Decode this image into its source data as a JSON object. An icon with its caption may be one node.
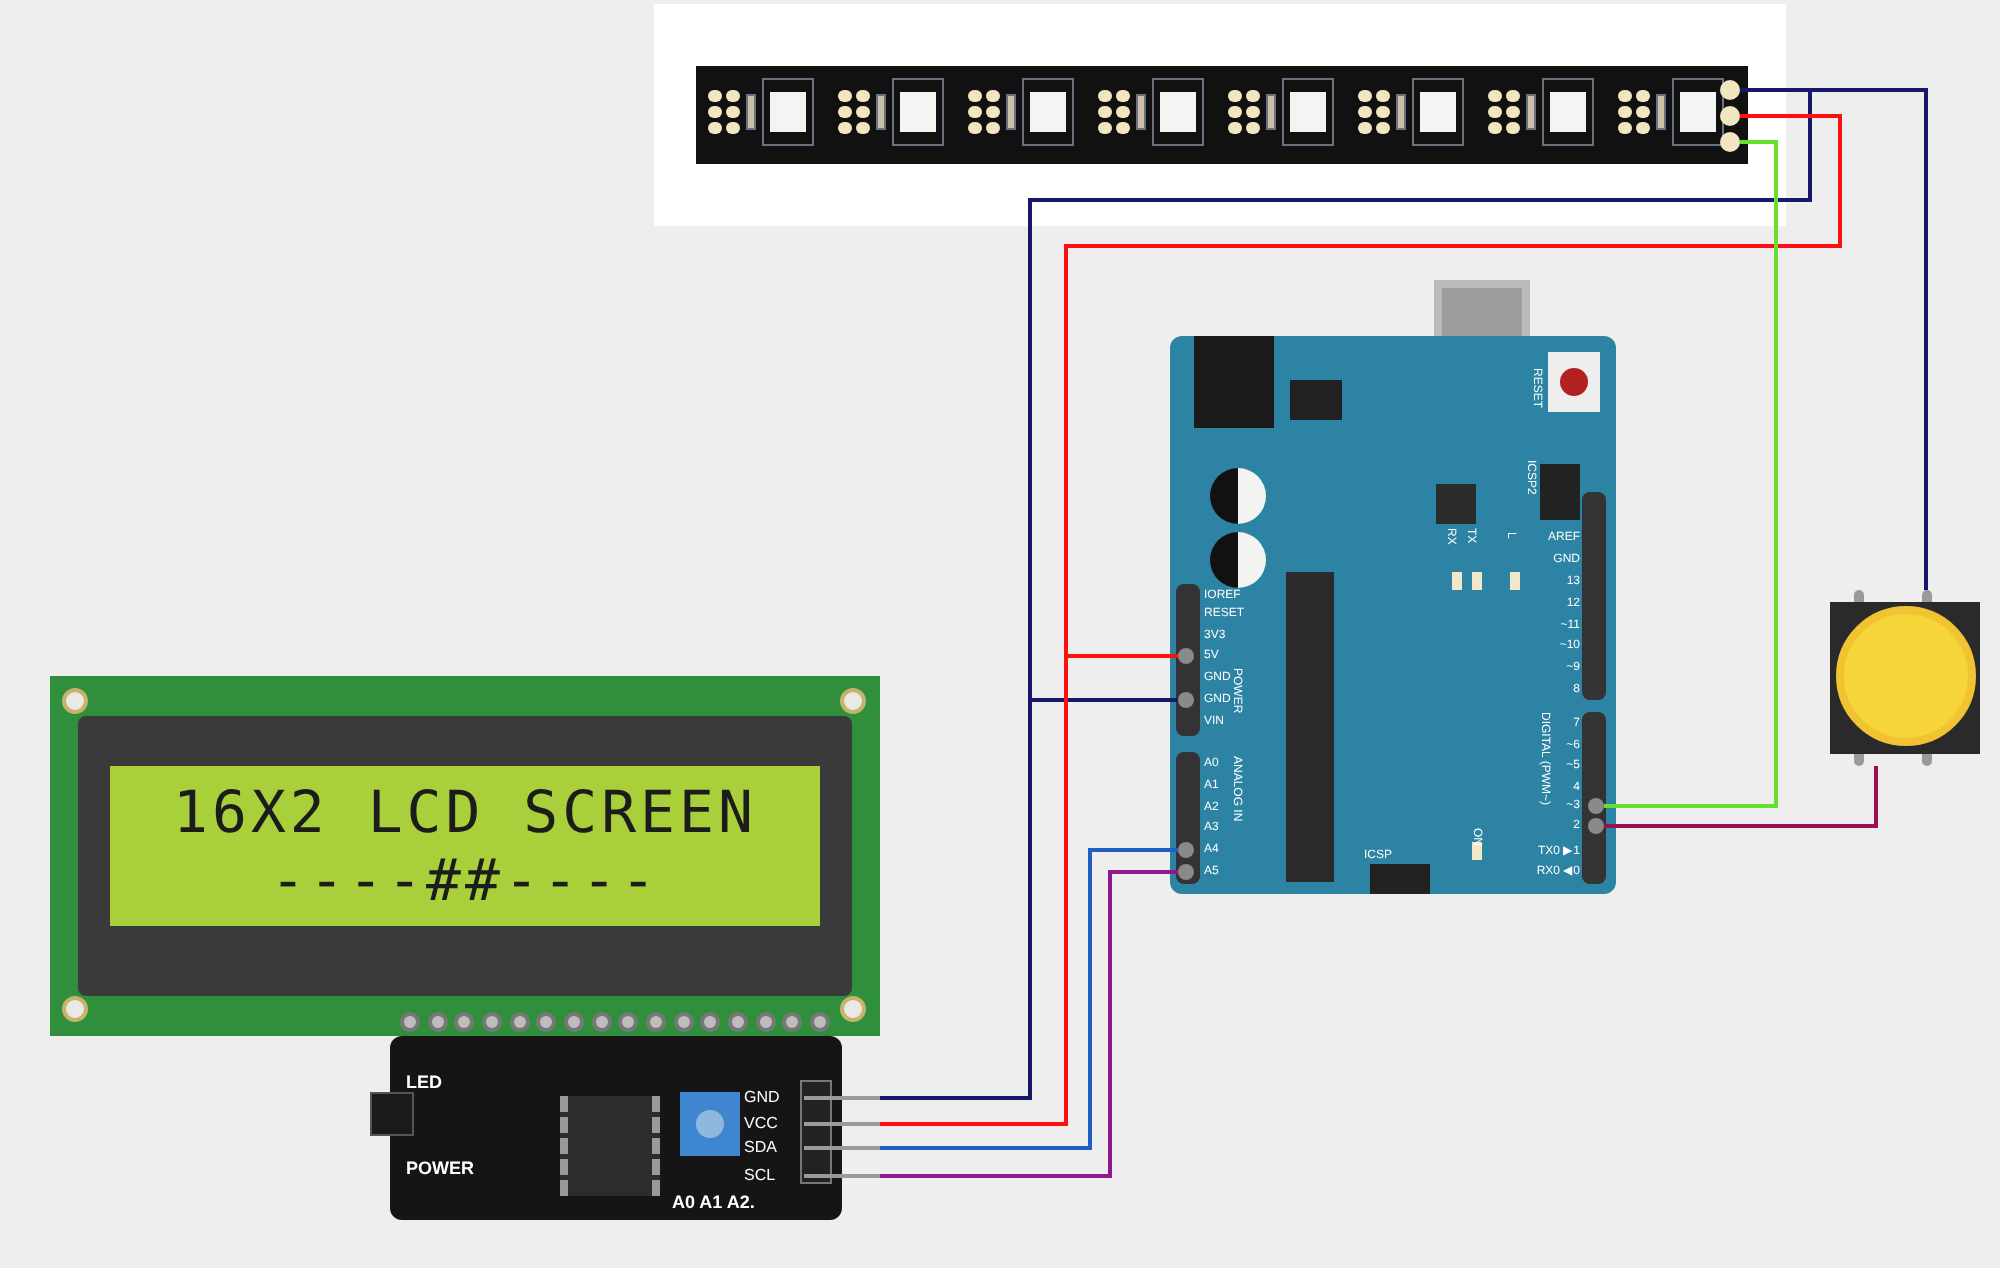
{
  "diagram": {
    "nodes": [
      {
        "text": [],
        "shape": "bar"
      },
      {
        "text": [],
        "shape": "circle",
        "in": 0
      },
      {
        "text": [],
        "shape": "circle",
        "in": 0
      },
      {
        "text": [],
        "shape": "circle",
        "in": 0
      },
      {
        "text": [],
        "shape": "box"
      },
      {
        "text": [
          "5V"
        ],
        "in": 4
      },
      {
        "text": [
          "GND"
        ],
        "in": 4
      },
      {
        "text": [
          "A4"
        ],
        "in": 4
      },
      {
        "text": [
          "A5"
        ],
        "in": 4
      },
      {
        "text": [
          "~3"
        ],
        "in": 4
      },
      {
        "text": [
          "2"
        ],
        "in": 4
      },
      {
        "text": [],
        "shape": "circle"
      },
      {
        "text": [
          "16X2 LCD SCREEN",
          "----##----"
        ]
      },
      {
        "text": [],
        "shape": "box"
      },
      {
        "text": [
          "GND"
        ],
        "in": 13
      },
      {
        "text": [
          "VCC"
        ],
        "in": 13
      },
      {
        "text": [
          "SDA"
        ],
        "in": 13
      },
      {
        "text": [
          "SCL"
        ],
        "in": 13
      }
    ],
    "edges": [
      {
        "from": 1,
        "to": 11,
        "arrow": "none",
        "color": "#17176b"
      },
      {
        "from": 1,
        "to": 6,
        "arrow": "none",
        "color": "#17176b"
      },
      {
        "from": 2,
        "to": 5,
        "arrow": "none",
        "color": "#ff1010"
      },
      {
        "from": 3,
        "to": 9,
        "arrow": "none",
        "color": "#66e030"
      },
      {
        "from": 11,
        "to": 10,
        "arrow": "none",
        "color": "#9c1050"
      },
      {
        "from": 14,
        "to": 6,
        "arrow": "none",
        "color": "#17176b"
      },
      {
        "from": 15,
        "to": 5,
        "arrow": "none",
        "color": "#ff1010"
      },
      {
        "from": 16,
        "to": 7,
        "arrow": "none",
        "color": "#1f5fc4"
      },
      {
        "from": 17,
        "to": 8,
        "arrow": "none",
        "color": "#8e1a8e"
      }
    ],
    "labels": [
      "RESET",
      "ICSP2",
      "RX",
      "TX",
      "L",
      "AREF",
      "GND",
      "13",
      "12",
      "~11",
      "~10",
      "~9",
      "8",
      "IOREF",
      "RESET",
      "3V3",
      "GND",
      "VIN",
      "POWER",
      "A0",
      "A1",
      "A2",
      "A3",
      "ANALOG IN",
      "DIGITAL (PWM~)",
      "7",
      "~6",
      "~5",
      "4",
      "ON",
      "TX0 ▶1",
      "RX0 ◀0",
      "ICSP",
      "LED",
      "POWER",
      "A0 A1 A2."
    ]
  }
}
